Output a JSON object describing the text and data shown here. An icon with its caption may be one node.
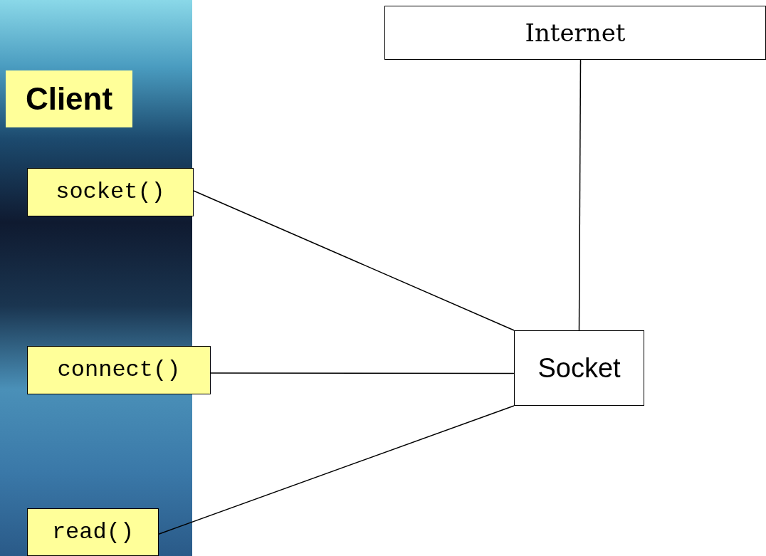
{
  "diagram": {
    "nodes": [
      {
        "text": [
          "Client"
        ]
      },
      {
        "text": [
          "socket()"
        ]
      },
      {
        "text": [
          "connect()"
        ]
      },
      {
        "text": [
          "read()"
        ]
      },
      {
        "text": [
          "Internet"
        ]
      },
      {
        "text": [
          "Socket"
        ]
      }
    ],
    "edges": [
      {
        "from": 1,
        "to": 5,
        "arrow": "none"
      },
      {
        "from": 2,
        "to": 5,
        "arrow": "none"
      },
      {
        "from": 3,
        "to": 5,
        "arrow": "none"
      },
      {
        "from": 4,
        "to": 5,
        "arrow": "none"
      }
    ]
  }
}
